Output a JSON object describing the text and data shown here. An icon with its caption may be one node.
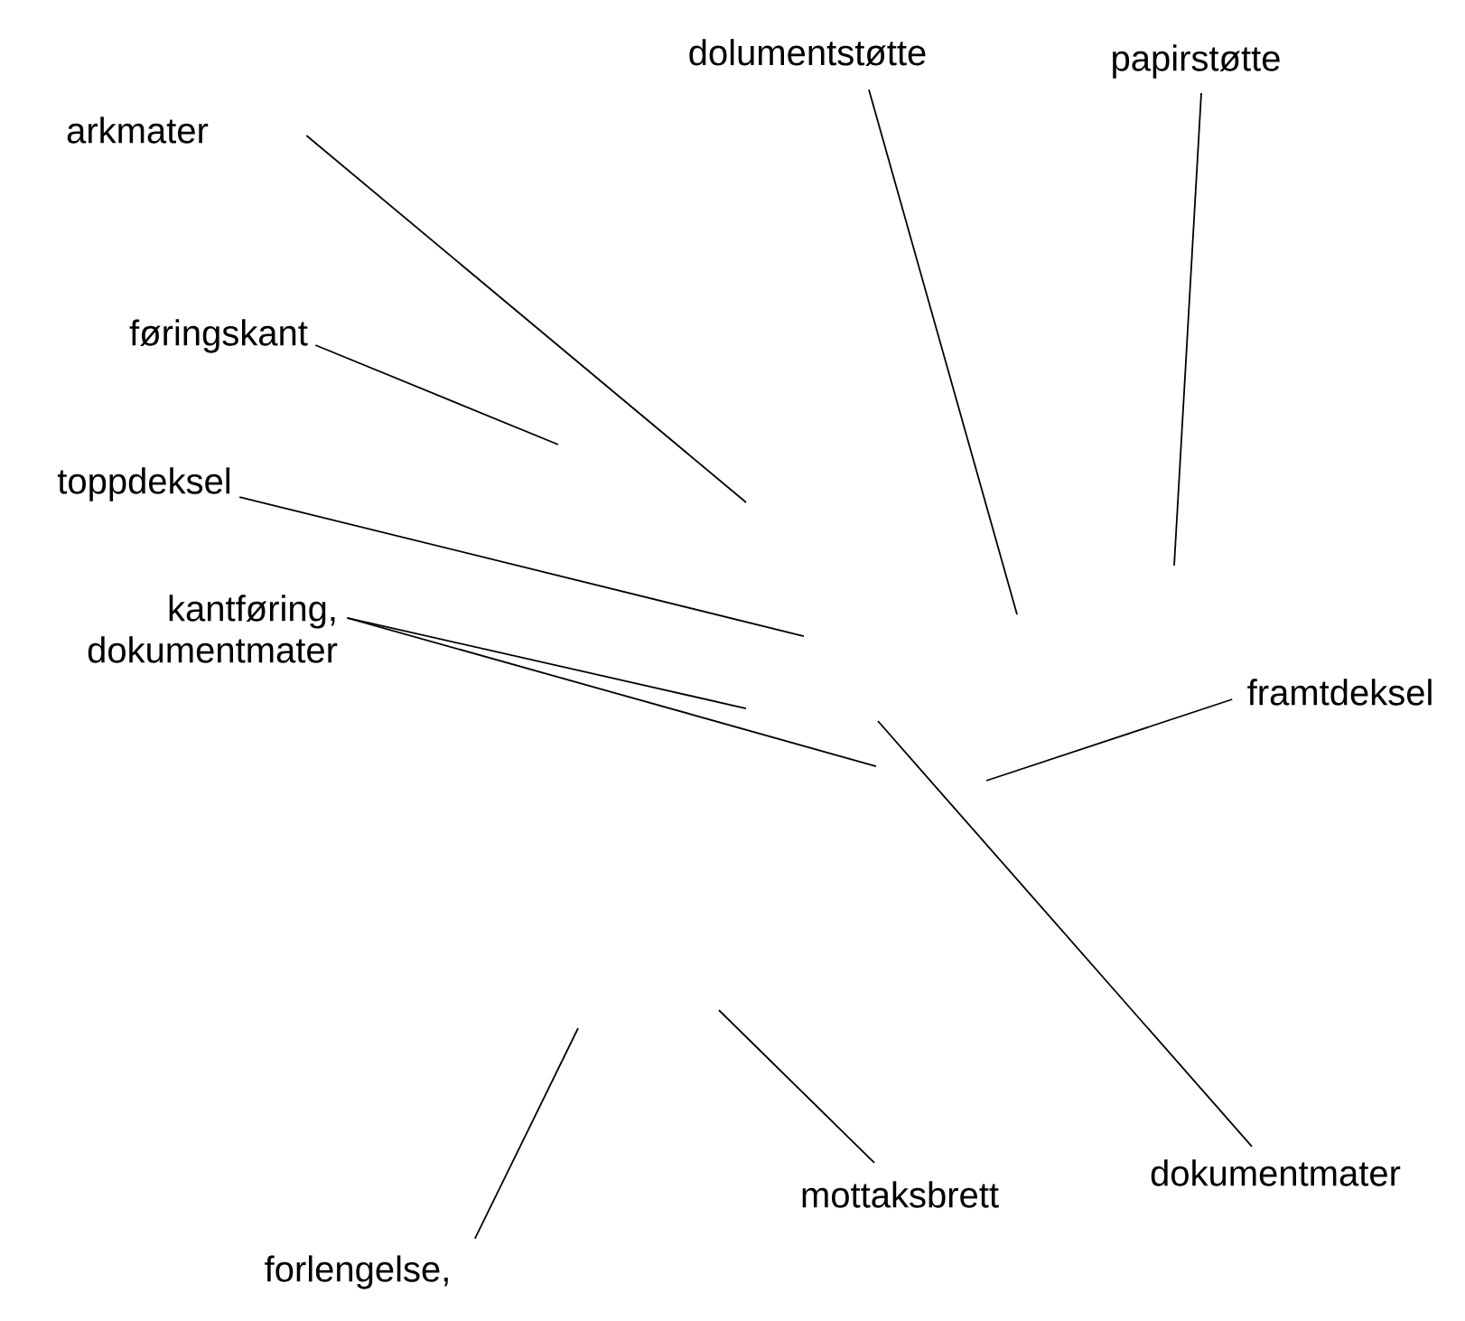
{
  "diagram": {
    "nodes": [
      {
        "text": [
          "dolumentstøtte"
        ]
      },
      {
        "text": [
          "papirstøtte"
        ]
      },
      {
        "text": [
          "arkmater"
        ]
      },
      {
        "text": [
          "føringskant"
        ]
      },
      {
        "text": [
          "toppdeksel"
        ]
      },
      {
        "text": [
          "kantføring, dokumentmater"
        ]
      },
      {
        "text": [
          "framtdeksel"
        ]
      },
      {
        "text": [
          "dokumentmater"
        ]
      },
      {
        "text": [
          "mottaksbrett"
        ]
      },
      {
        "text": [
          "forlengelse,"
        ]
      }
    ],
    "edges": [
      {
        "from": 0,
        "to": null,
        "arrow": "none"
      },
      {
        "from": 1,
        "to": null,
        "arrow": "none"
      },
      {
        "from": 2,
        "to": null,
        "arrow": "none"
      },
      {
        "from": 3,
        "to": null,
        "arrow": "none"
      },
      {
        "from": 4,
        "to": null,
        "arrow": "none"
      },
      {
        "from": 5,
        "to": null,
        "arrow": "none"
      },
      {
        "from": 5,
        "to": null,
        "arrow": "none"
      },
      {
        "from": 6,
        "to": null,
        "arrow": "none"
      },
      {
        "from": 7,
        "to": null,
        "arrow": "none"
      },
      {
        "from": 8,
        "to": null,
        "arrow": "none"
      },
      {
        "from": 9,
        "to": null,
        "arrow": "none"
      }
    ]
  }
}
